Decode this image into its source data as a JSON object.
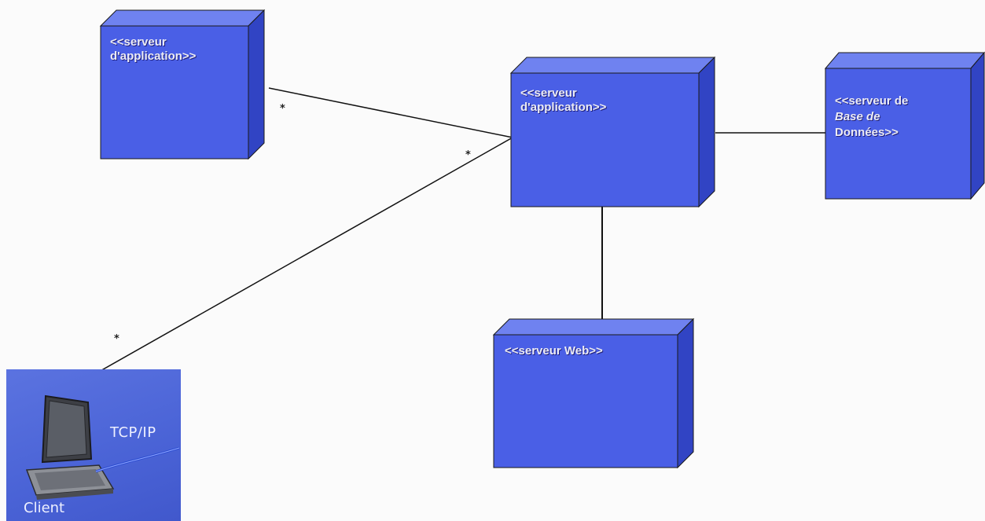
{
  "nodes": [
    {
      "id": "app-server-1",
      "label": "<<serveur\nd'application>>",
      "italic": false
    },
    {
      "id": "app-server-2",
      "label": "<<serveur\nd'application>>",
      "italic": false
    },
    {
      "id": "db-server",
      "label": "<<serveur de\nBase de\nDonnées>>",
      "italic_line": "Base de"
    },
    {
      "id": "web-server",
      "label": "<<serveur Web>>",
      "italic": false
    }
  ],
  "client": {
    "name": "Client",
    "protocol": "TCP/IP",
    "icon": "laptop-icon"
  },
  "connections": [
    {
      "from": "app-server-1",
      "to": "app-server-2",
      "multiplicity_from": "*"
    },
    {
      "from": "client",
      "to": "app-server-2",
      "multiplicity_from": "*",
      "multiplicity_to": "*"
    },
    {
      "from": "app-server-2",
      "to": "db-server"
    },
    {
      "from": "app-server-2",
      "to": "web-server"
    }
  ],
  "colors": {
    "node_front": "#4a5fe6",
    "node_top": "#6f82f0",
    "node_side": "#3144c4",
    "edge": "#1a1a1a",
    "line": "#111111"
  }
}
